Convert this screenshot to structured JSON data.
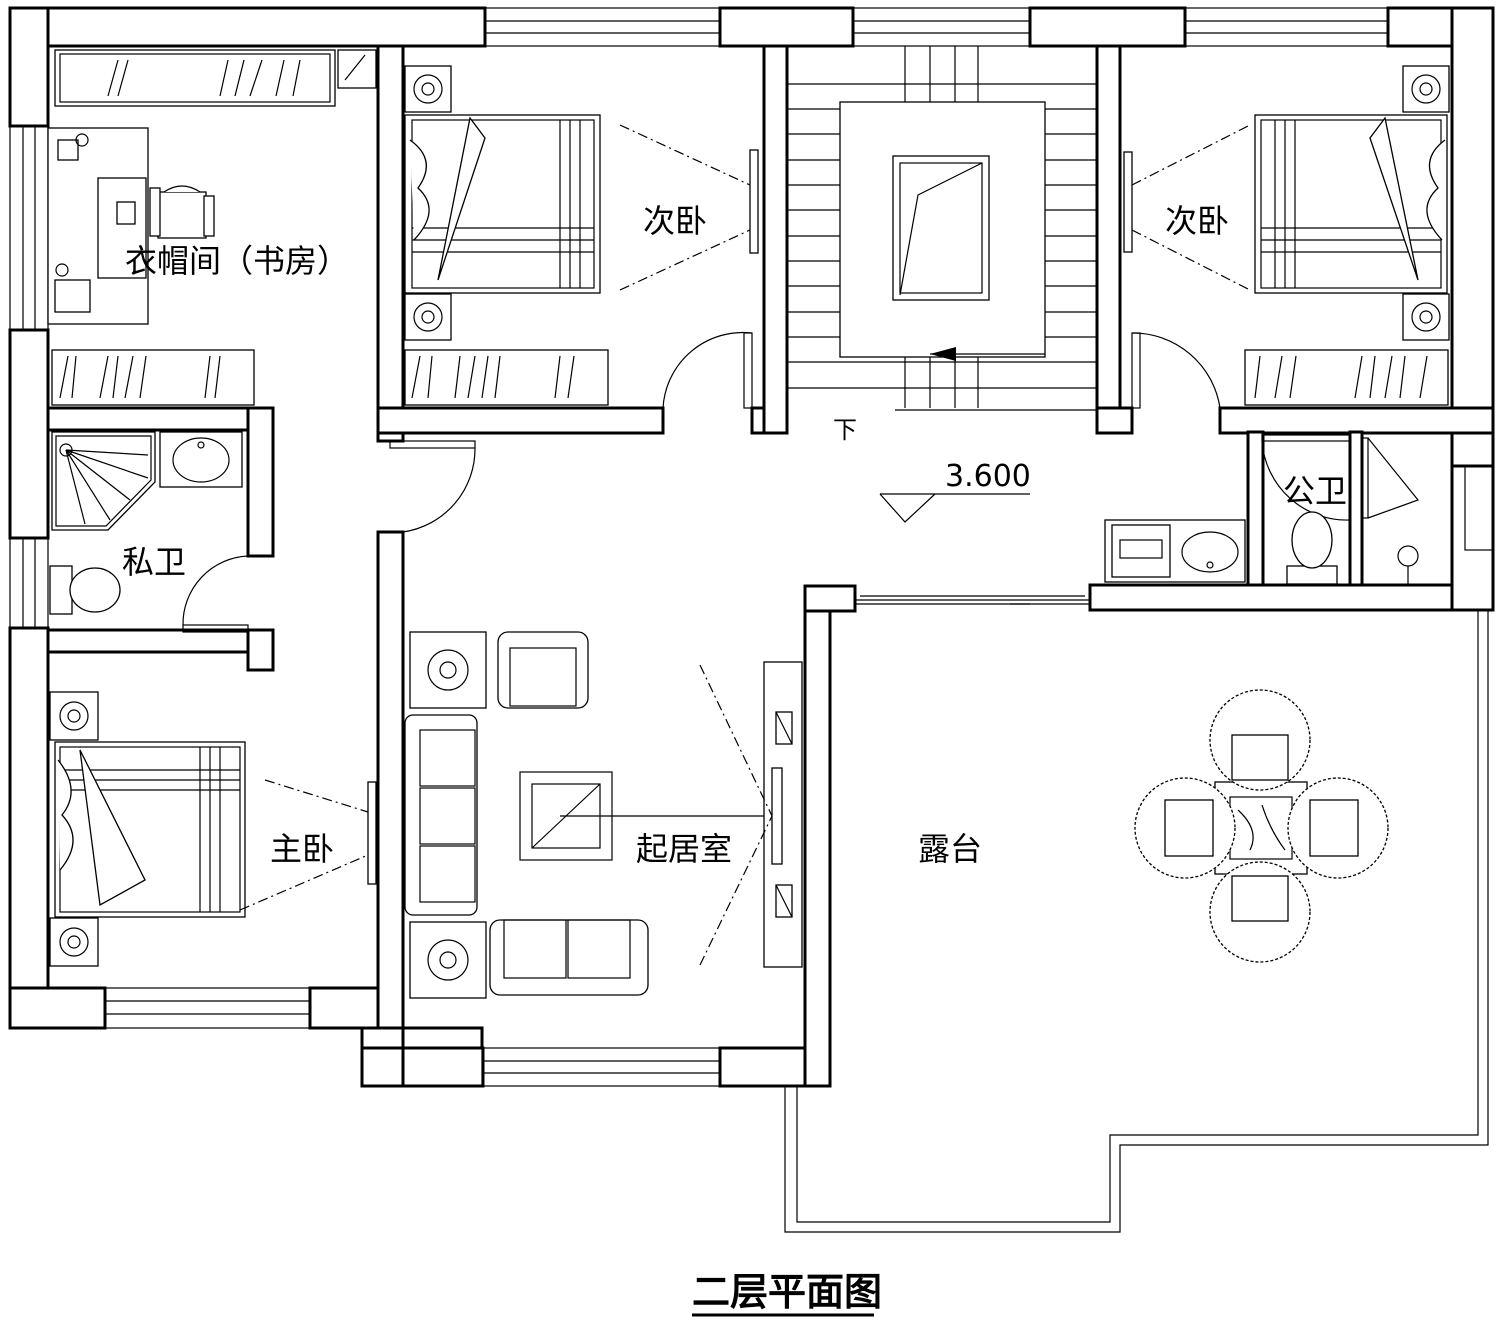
{
  "drawing": {
    "title": "二层平面图",
    "level": "3.600",
    "stair_direction": "下"
  },
  "rooms": {
    "cloakroom_study": "衣帽间（书房）",
    "secondary_bedroom_1": "次卧",
    "secondary_bedroom_2": "次卧",
    "private_bath": "私卫",
    "public_bath": "公卫",
    "master_bedroom": "主卧",
    "living_room": "起居室",
    "terrace": "露台"
  }
}
